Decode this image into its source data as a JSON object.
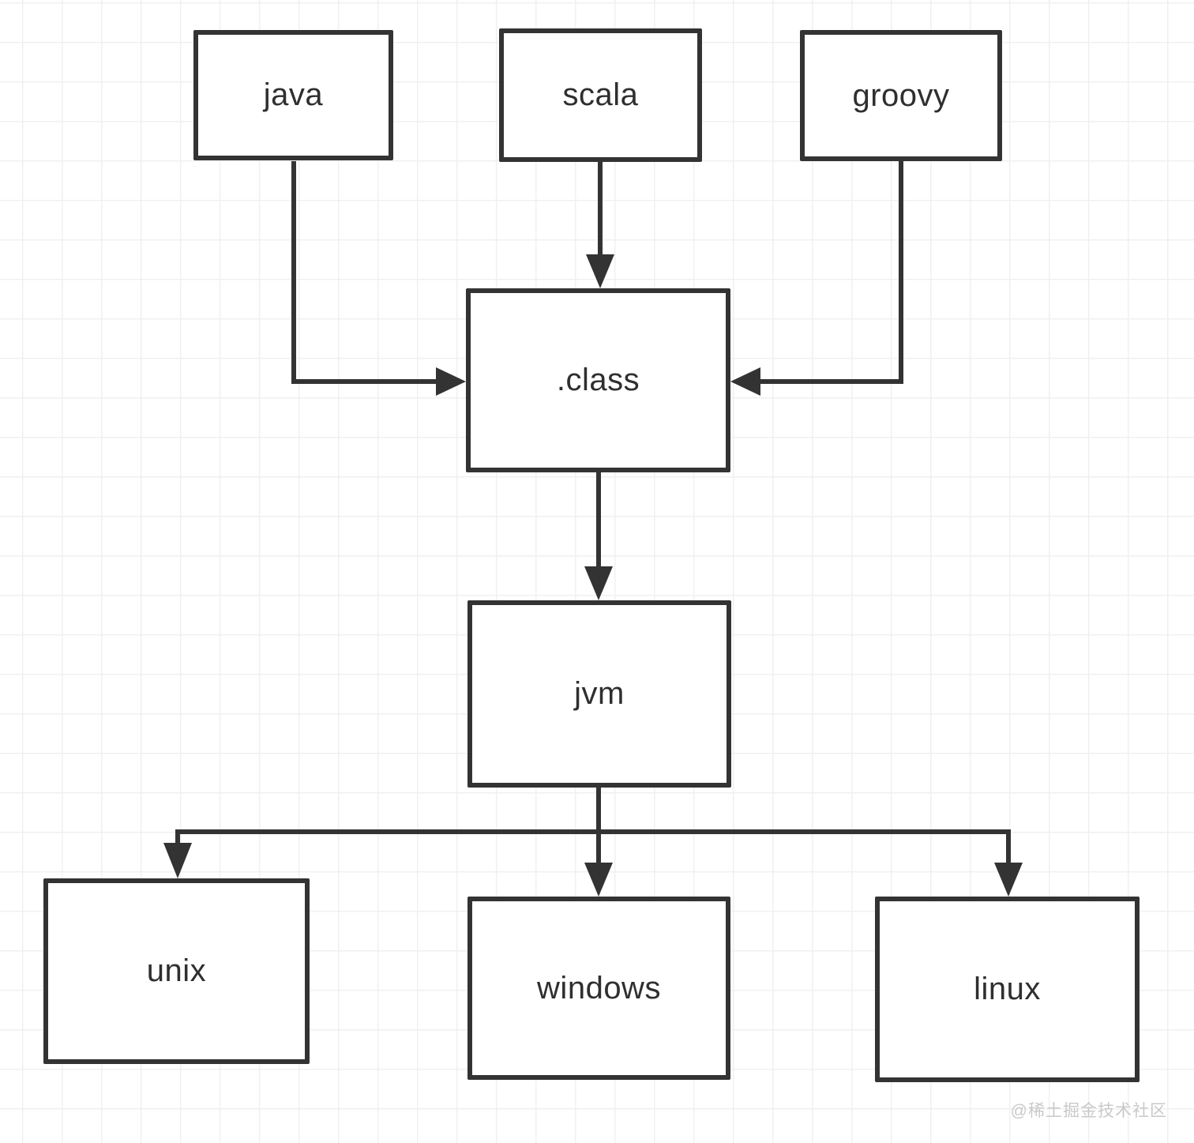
{
  "nodes": {
    "java": {
      "label": "java"
    },
    "scala": {
      "label": "scala"
    },
    "groovy": {
      "label": "groovy"
    },
    "class": {
      "label": ".class"
    },
    "jvm": {
      "label": "jvm"
    },
    "unix": {
      "label": "unix"
    },
    "windows": {
      "label": "windows"
    },
    "linux": {
      "label": "linux"
    }
  },
  "edges": [
    {
      "from": "java",
      "to": ".class"
    },
    {
      "from": "scala",
      "to": ".class"
    },
    {
      "from": "groovy",
      "to": ".class"
    },
    {
      "from": ".class",
      "to": "jvm"
    },
    {
      "from": "jvm",
      "to": "unix"
    },
    {
      "from": "jvm",
      "to": "windows"
    },
    {
      "from": "jvm",
      "to": "linux"
    }
  ],
  "watermark": {
    "text": "@稀土掘金技术社区"
  },
  "colors": {
    "stroke": "#333333",
    "node_border": "#333333",
    "node_text": "#2f2f2f",
    "node_fill": "#ffffff",
    "grid_line": "#f0f0f2",
    "background": "#ffffff",
    "watermark": "#c9c9c9"
  }
}
